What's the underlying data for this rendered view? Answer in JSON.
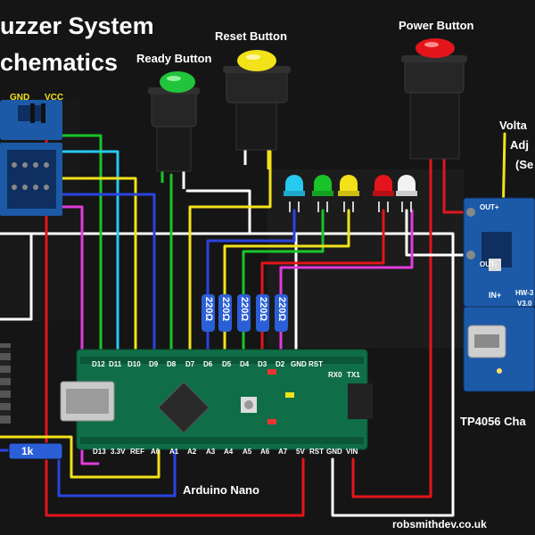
{
  "title": {
    "line1": "uzzer System",
    "line2": "chematics"
  },
  "labels": {
    "reset_button": "Reset Button",
    "ready_button": "Ready Button",
    "power_button": "Power Button",
    "voltage_line1": "Volta",
    "voltage_line2": "Adj",
    "voltage_line3": "(Se",
    "gnd": "GND",
    "vcc": "VCC",
    "arduino": "Arduino Nano",
    "charger": "TP4056 Cha",
    "website": "robsmithdev.co.uk",
    "resistor_1k": "1k",
    "resistor_220": "220Ω"
  },
  "nano_top_pins": [
    "D12",
    "D11",
    "D10",
    "D9",
    "D8",
    "D7",
    "D6",
    "D5",
    "D4",
    "D3",
    "D2",
    "GND",
    "RST",
    "RX0",
    "TX1"
  ],
  "nano_bottom_pins": [
    "D13",
    "3.3V",
    "REF",
    "A0",
    "A1",
    "A2",
    "A3",
    "A4",
    "A5",
    "A6",
    "A7",
    "5V",
    "RST",
    "GND",
    "VIN"
  ],
  "charger_labels": {
    "out_plus": "OUT+",
    "out_minus": "OUT-",
    "in_plus": "IN+",
    "model": "HW-3",
    "version": "V3.0"
  },
  "colors": {
    "led_blue": "#27c9f0",
    "led_green": "#19c429",
    "led_yellow": "#f2e21a",
    "led_red": "#e3151b",
    "led_white": "#f2f2f2",
    "wire_magenta": "#e23be0",
    "wire_blue": "#2b43e0",
    "pcb_blue": "#1c5aa8",
    "nano_green": "#0f6e47"
  }
}
